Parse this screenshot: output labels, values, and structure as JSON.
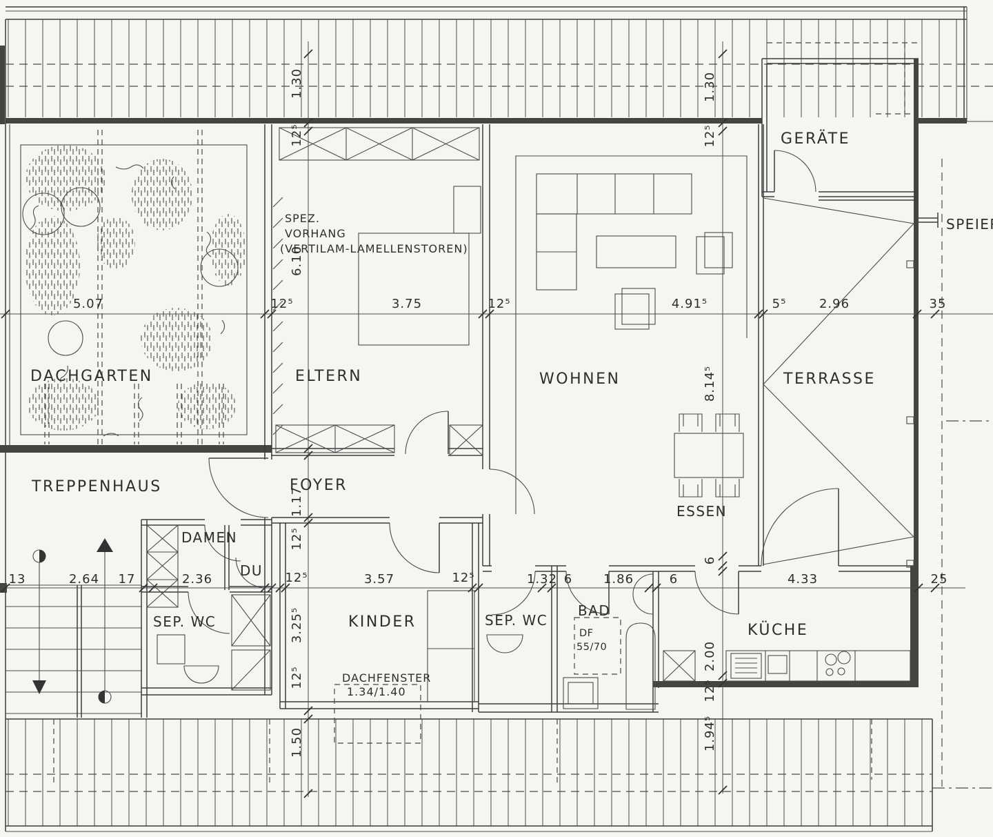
{
  "drawing": {
    "type": "floor-plan",
    "language": "de",
    "paper_color": "#f6f5f2",
    "ink_color": "#3c3c3c"
  },
  "rooms": {
    "dachgarten": "DACHGARTEN",
    "treppenhaus": "TREPPENHAUS",
    "eltern": "ELTERN",
    "foyer": "FOYER",
    "wohnen": "WOHNEN",
    "essen": "ESSEN",
    "terrasse": "TERRASSE",
    "geraete": "GERÄTE",
    "speier": "SPEIER",
    "damen": "DAMEN",
    "du": "DU",
    "sep_wc_left": "SEP. WC",
    "sep_wc_right": "SEP. WC",
    "kinder": "KINDER",
    "bad": "BAD",
    "kueche": "KÜCHE"
  },
  "annotations": {
    "vorhang_line1": "SPEZ.",
    "vorhang_line2": "VORHANG",
    "vorhang_line3": "(VERTILAM-LAMELLENSTOREN)",
    "dachfenster_line1": "DACHFENSTER",
    "dachfenster_line2": "1.34/1.40",
    "df_line1": "DF",
    "df_line2": "55/70"
  },
  "dims": {
    "top": {
      "d507": "5.07",
      "d125a": "12⁵",
      "d375": "3.75",
      "d125b": "12⁵",
      "d4915": "4.91⁵",
      "d55": "5⁵",
      "d296": "2.96",
      "d35": "35"
    },
    "bottom": {
      "d13": "13",
      "d264": "2.64",
      "d17": "17",
      "d236": "2.36",
      "d125a": "12⁵",
      "d357": "3.57",
      "d125b": "12⁵",
      "d132": "1.32",
      "d6a": "6",
      "d186": "1.86",
      "d6b": "6",
      "d433": "4.33",
      "d25": "25"
    },
    "left": {
      "d130": "1.30",
      "d125a": "12⁵",
      "d610": "6.10",
      "d117": "1.17",
      "d125b": "12⁵",
      "d3255": "3.25⁵",
      "d125c": "12⁵",
      "d150": "1.50"
    },
    "right": {
      "d130": "1.30",
      "d125a": "12⁵",
      "d8145": "8.14⁵",
      "d6": "6",
      "d200": "2.00",
      "d125b": "12⁵",
      "d1945": "1.94⁵"
    }
  }
}
